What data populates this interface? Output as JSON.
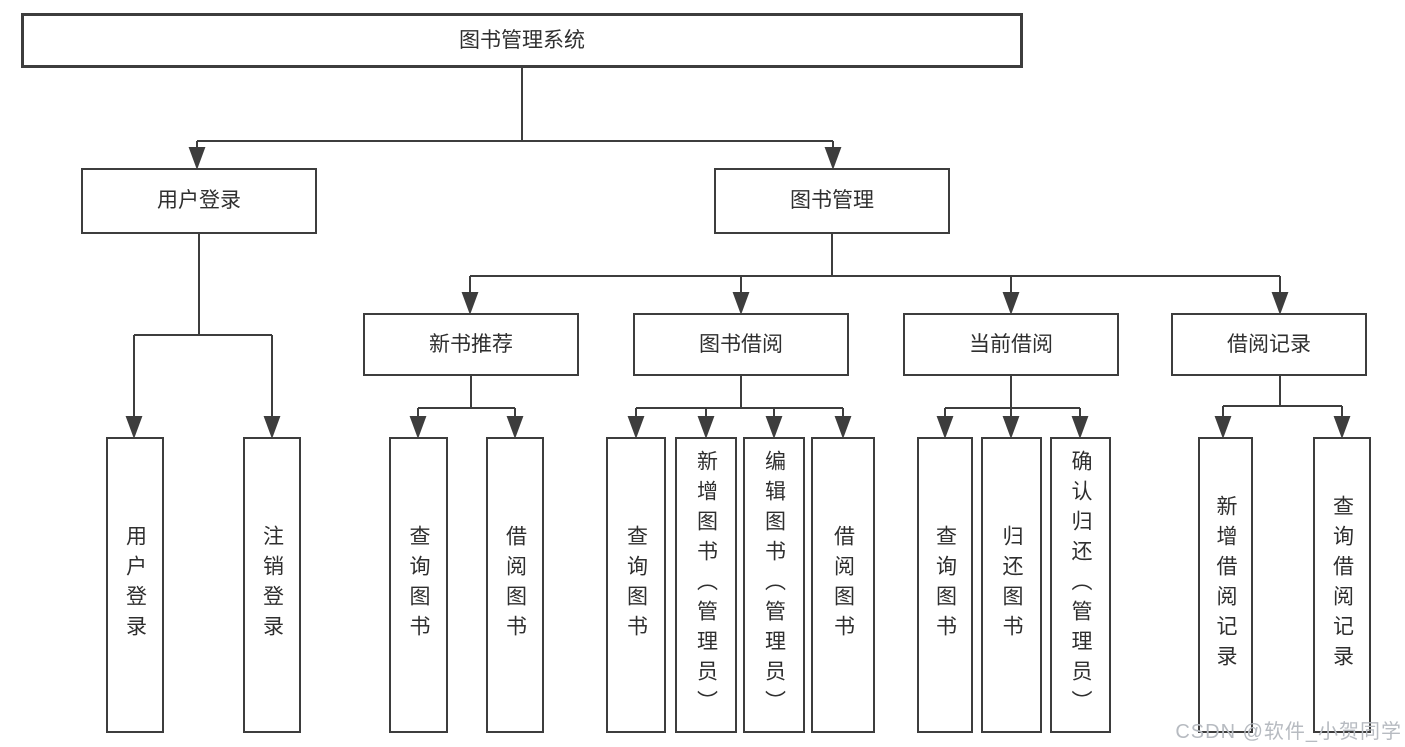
{
  "nodes": {
    "root": "图书管理系统",
    "user_login_module": "用户登录",
    "book_mgmt_module": "图书管理",
    "new_book_rec": "新书推荐",
    "book_borrow": "图书借阅",
    "current_borrow": "当前借阅",
    "borrow_records": "借阅记录",
    "user_login": "用户登录",
    "logout": "注销登录",
    "nbr_query_books": "查询图书",
    "nbr_borrow_books": "借阅图书",
    "bb_query_books": "查询图书",
    "bb_add_books": "新增图书（管理员）",
    "bb_edit_books": "编辑图书（管理员）",
    "bb_borrow_books": "借阅图书",
    "cb_query_books": "查询图书",
    "cb_return_books": "归还图书",
    "cb_confirm_return": "确认归还（管理员）",
    "br_add_record": "新增借阅记录",
    "br_query_record": "查询借阅记录"
  },
  "watermark": {
    "text": "CSDN @软件_小贺同学"
  },
  "colors": {
    "line": "#3d3d3d",
    "box_border": "#3d3d3d",
    "text": "#2f2f2f",
    "background": "#ffffff",
    "watermark": "#b7bbc1"
  }
}
